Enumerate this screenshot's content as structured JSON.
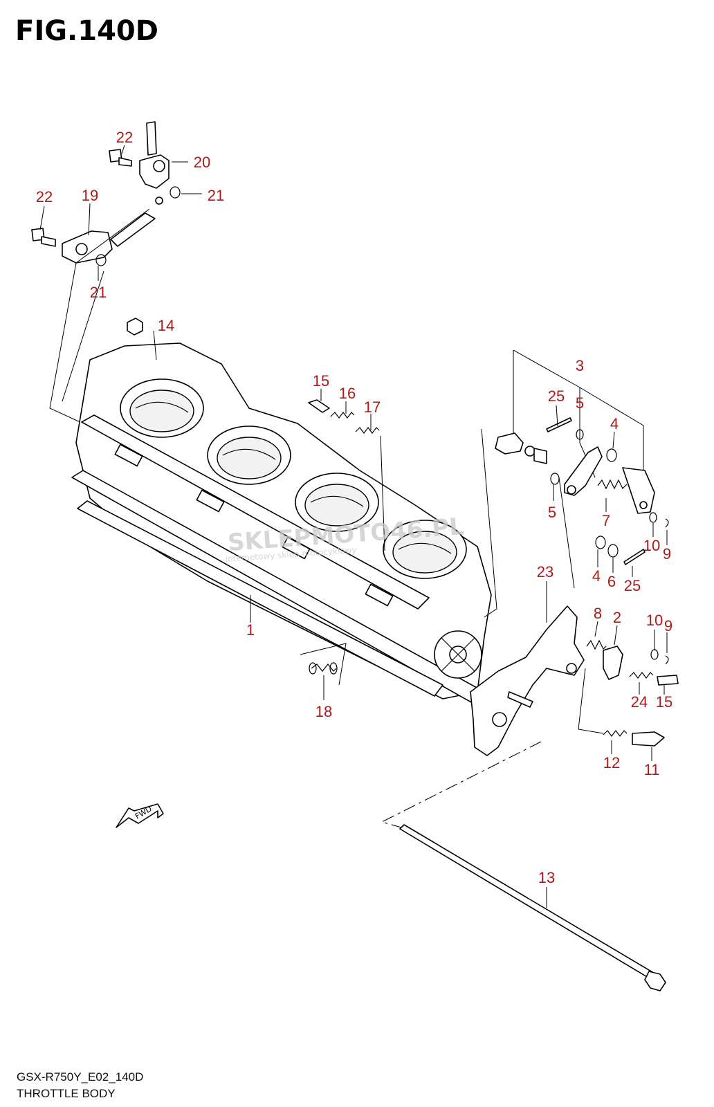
{
  "header": {
    "fig_title": "FIG.140D"
  },
  "footer": {
    "model_code": "GSX-R750Y_E02_140D",
    "section_name": "THROTTLE BODY"
  },
  "watermark": {
    "brand": "SKLEPMOTO46.PL",
    "tagline": "internetowy sklep motocyklowy"
  },
  "fwd_arrow": {
    "label": "FWD"
  },
  "callouts": {
    "c1": "1",
    "c2": "2",
    "c3": "3",
    "c4a": "4",
    "c4b": "4",
    "c5a": "5",
    "c5b": "5",
    "c6": "6",
    "c7": "7",
    "c8": "8",
    "c9a": "9",
    "c9b": "9",
    "c10a": "10",
    "c10b": "10",
    "c11": "11",
    "c12": "12",
    "c13": "13",
    "c14": "14",
    "c15a": "15",
    "c15b": "15",
    "c16": "16",
    "c17": "17",
    "c18": "18",
    "c19": "19",
    "c20": "20",
    "c21a": "21",
    "c21b": "21",
    "c22a": "22",
    "c22b": "22",
    "c23": "23",
    "c24": "24",
    "c25a": "25",
    "c25b": "25"
  },
  "colors": {
    "callout_text": "#b01818",
    "line_art": "#000000",
    "watermark": "#c9c9c9"
  }
}
